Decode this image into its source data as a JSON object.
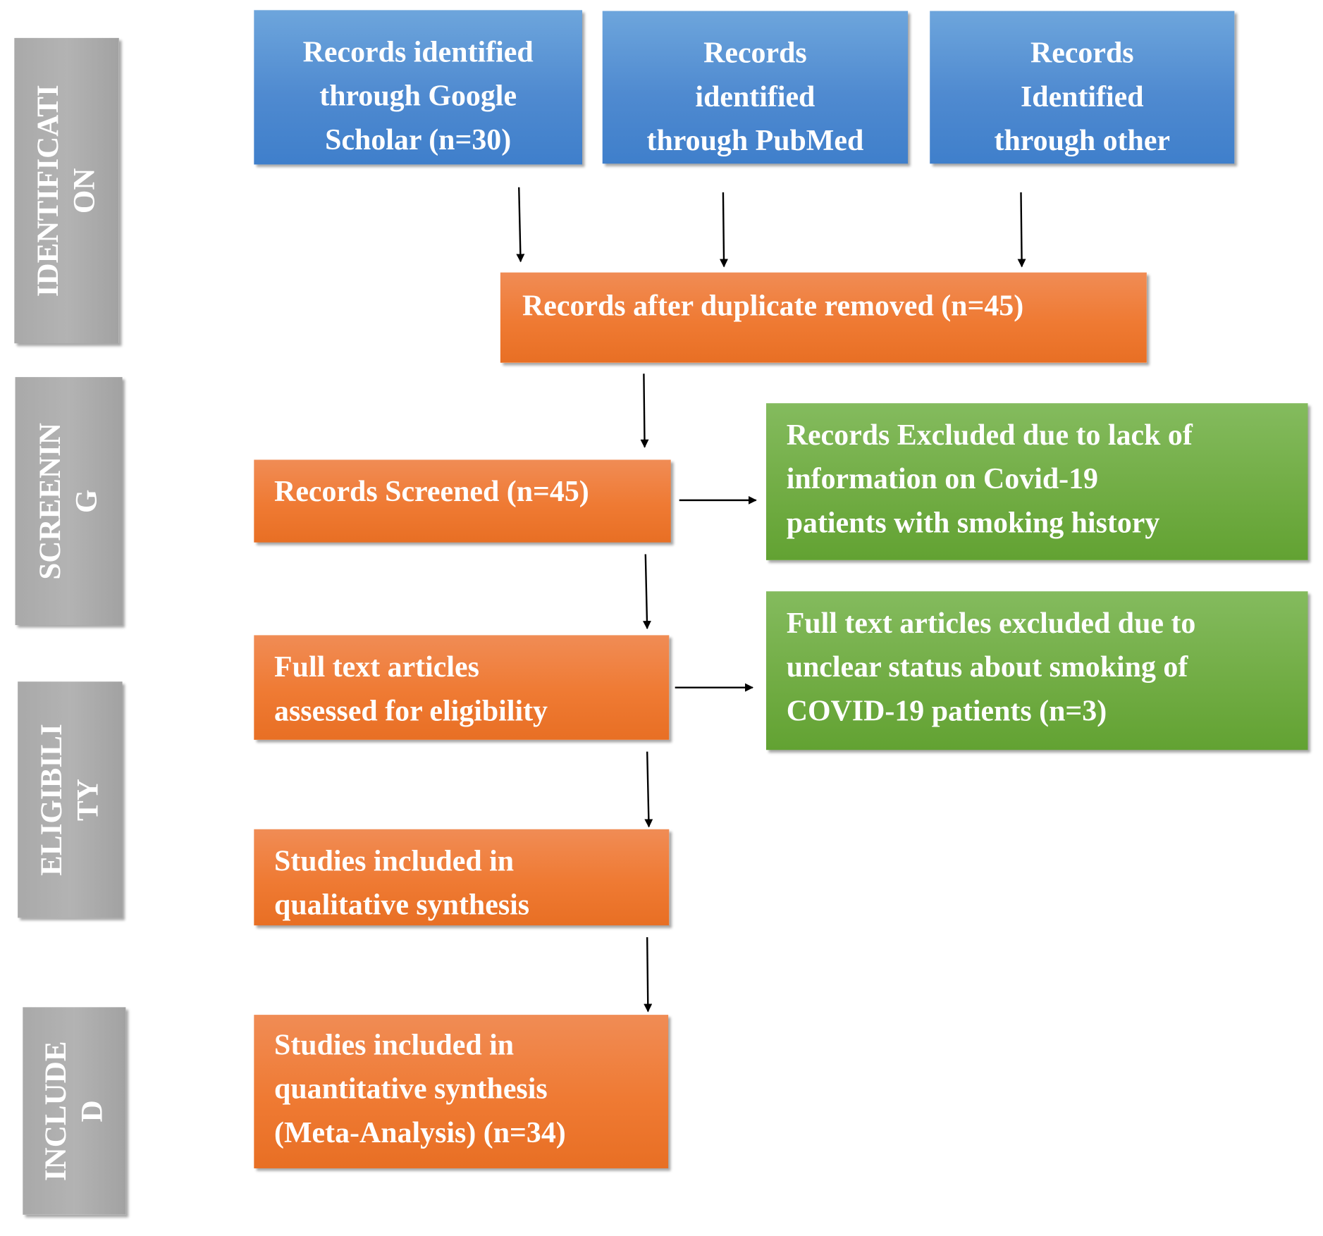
{
  "phases": {
    "identification": {
      "line1": "IDENTIFICATI",
      "line2": "ON"
    },
    "screening": {
      "line1": "SCREENIN",
      "line2": "G"
    },
    "eligibility": {
      "line1": "ELIGIBILI",
      "line2": "TY"
    },
    "included": {
      "line1": "INCLUDE",
      "line2": "D"
    }
  },
  "boxes": {
    "google_scholar": [
      "Records identified",
      "through Google",
      "Scholar (n=30)"
    ],
    "pubmed": [
      "Records",
      "identified",
      "through PubMed"
    ],
    "other": [
      "Records",
      "Identified",
      "through other"
    ],
    "duplicates_removed": [
      "Records after duplicate removed (n=45)"
    ],
    "screened": [
      "Records Screened (n=45)"
    ],
    "excluded_screening": [
      "Records Excluded due to lack of",
      "information on Covid-19",
      "patients with smoking history"
    ],
    "full_text_assessed": [
      "Full text articles",
      "assessed for eligibility"
    ],
    "excluded_full_text": [
      "Full text articles excluded due to",
      "unclear status about smoking of",
      "COVID-19 patients  (n=3)"
    ],
    "qualitative": [
      "Studies included in",
      "qualitative synthesis"
    ],
    "quantitative": [
      "Studies included in",
      "quantitative synthesis",
      "(Meta-Analysis) (n=34)"
    ]
  },
  "colors": {
    "phase_gray": "#adadad",
    "identification_blue": "#4f8ad0",
    "process_orange": "#ef7a33",
    "exclusion_green": "#72ad45",
    "arrow": "#000000"
  }
}
